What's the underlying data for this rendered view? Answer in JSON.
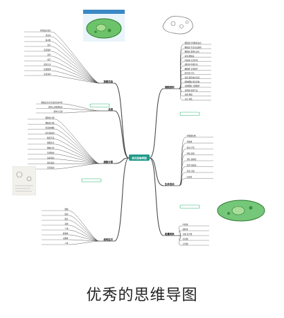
{
  "center": {
    "title": "单元思维导图"
  },
  "branches": [
    {
      "id": "b1",
      "title": "细胞结构",
      "leaves": [
        "细胞膜 控制物质进出",
        "细胞质 生命活动场所",
        "细胞核 遗传信息库",
        "液泡 细胞液",
        "叶绿体 光合作用",
        "线粒体 呼吸作用",
        "细胞壁 支持保护",
        "染色体 DNA",
        "基因 遗传效应片段",
        "植物细胞 特有结构",
        "动物细胞 无细胞壁",
        "显微镜 观察方法",
        "目镜 物镜",
        "对光 调焦"
      ]
    },
    {
      "id": "b2",
      "title": "观察实验",
      "leaves": [
        "制作临时装片",
        "滴清水",
        "取材料",
        "展平",
        "盖盖玻片",
        "染色",
        "吸引",
        "观察记录",
        "绘图要求",
        "注意事项"
      ]
    },
    {
      "id": "b3",
      "title": "细胞分裂",
      "leaves": [
        "细胞核分裂",
        "细胞质分裂",
        "形成新细胞",
        "染色体复制",
        "数目不变",
        "细胞生长",
        "细胞分化",
        "形成组织",
        "保护组织",
        "输导组织",
        "营养组织"
      ]
    },
    {
      "id": "b4",
      "title": "生命活动",
      "leaves": [
        "单细胞生物",
        "草履虫",
        "运动 纤毛",
        "呼吸 表膜",
        "消化 食物泡",
        "排泄 伸缩泡",
        "生殖 分裂",
        "应激性"
      ]
    },
    {
      "id": "b5",
      "title": "结构层次",
      "leaves": [
        "细胞",
        "组织",
        "器官",
        "系统",
        "个体",
        "植物体",
        "动物体",
        "人体"
      ]
    },
    {
      "id": "b6",
      "title": "能量转换",
      "leaves": [
        "叶绿体",
        "线粒体",
        "光能 化学能",
        "有机物",
        "无机物"
      ]
    },
    {
      "id": "b7",
      "title": "总结",
      "leaves": [
        "细胞是生命活动的基本单位",
        "结构与功能相适应",
        "整体与局部"
      ]
    }
  ],
  "caption": "优秀的思维导图",
  "colors": {
    "line": "#4a4a4a",
    "center": "#1f9a8a",
    "accent": "#2bb673",
    "teal": "#5fc9b6"
  }
}
